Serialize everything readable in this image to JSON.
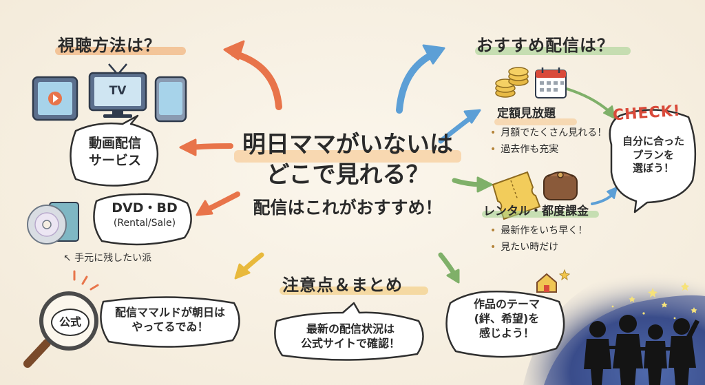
{
  "center": {
    "line1": "明日ママがいないは",
    "line2": "どこで見れる？",
    "line3": "配信はこれがおすすめ！"
  },
  "viewing": {
    "heading": "視聴方法は？",
    "tv_label": "TV",
    "streaming_line1": "動画配信",
    "streaming_line2": "サービス",
    "dvd_line1": "DVD・BD",
    "dvd_line2": "(Rental/Sale)",
    "keep_note": "↖ 手元に残したい派"
  },
  "recommend": {
    "heading": "おすすめ配信は？",
    "flatrate_title": "定額見放題",
    "flatrate_bullets": [
      "月額でたくさん見れる！",
      "過去作も充実"
    ],
    "rental_title": "レンタル・都度課金",
    "rental_bullets": [
      "最新作をいち早く！",
      "見たい時だけ"
    ],
    "check_label": "CHECK!",
    "check_line1": "自分に合った",
    "check_line2": "プランを",
    "check_line3": "選ぼう！"
  },
  "notes": {
    "heading": "注意点＆まとめ",
    "official_badge": "公式",
    "mamarudo_line1": "配信ママルドが朝日は",
    "mamarudo_line2": "やってるでゐ！",
    "latest_line1": "最新の配信状況は",
    "latest_line2": "公式サイトで確認！",
    "theme_line1": "作品のテーマ",
    "theme_line2": "(絆、希望)を",
    "theme_line3": "感じよう！"
  },
  "colors": {
    "orange_arrow": "#e8744a",
    "blue_arrow": "#5c9fd6",
    "green_arrow": "#7fb069",
    "yellow_arrow": "#e8b93c",
    "highlight_orange": "#f0a35e",
    "highlight_green": "#9fd08a",
    "highlight_yellow": "#f2c46b",
    "check_red": "#d94a3a",
    "night_sky": "#34457c"
  }
}
